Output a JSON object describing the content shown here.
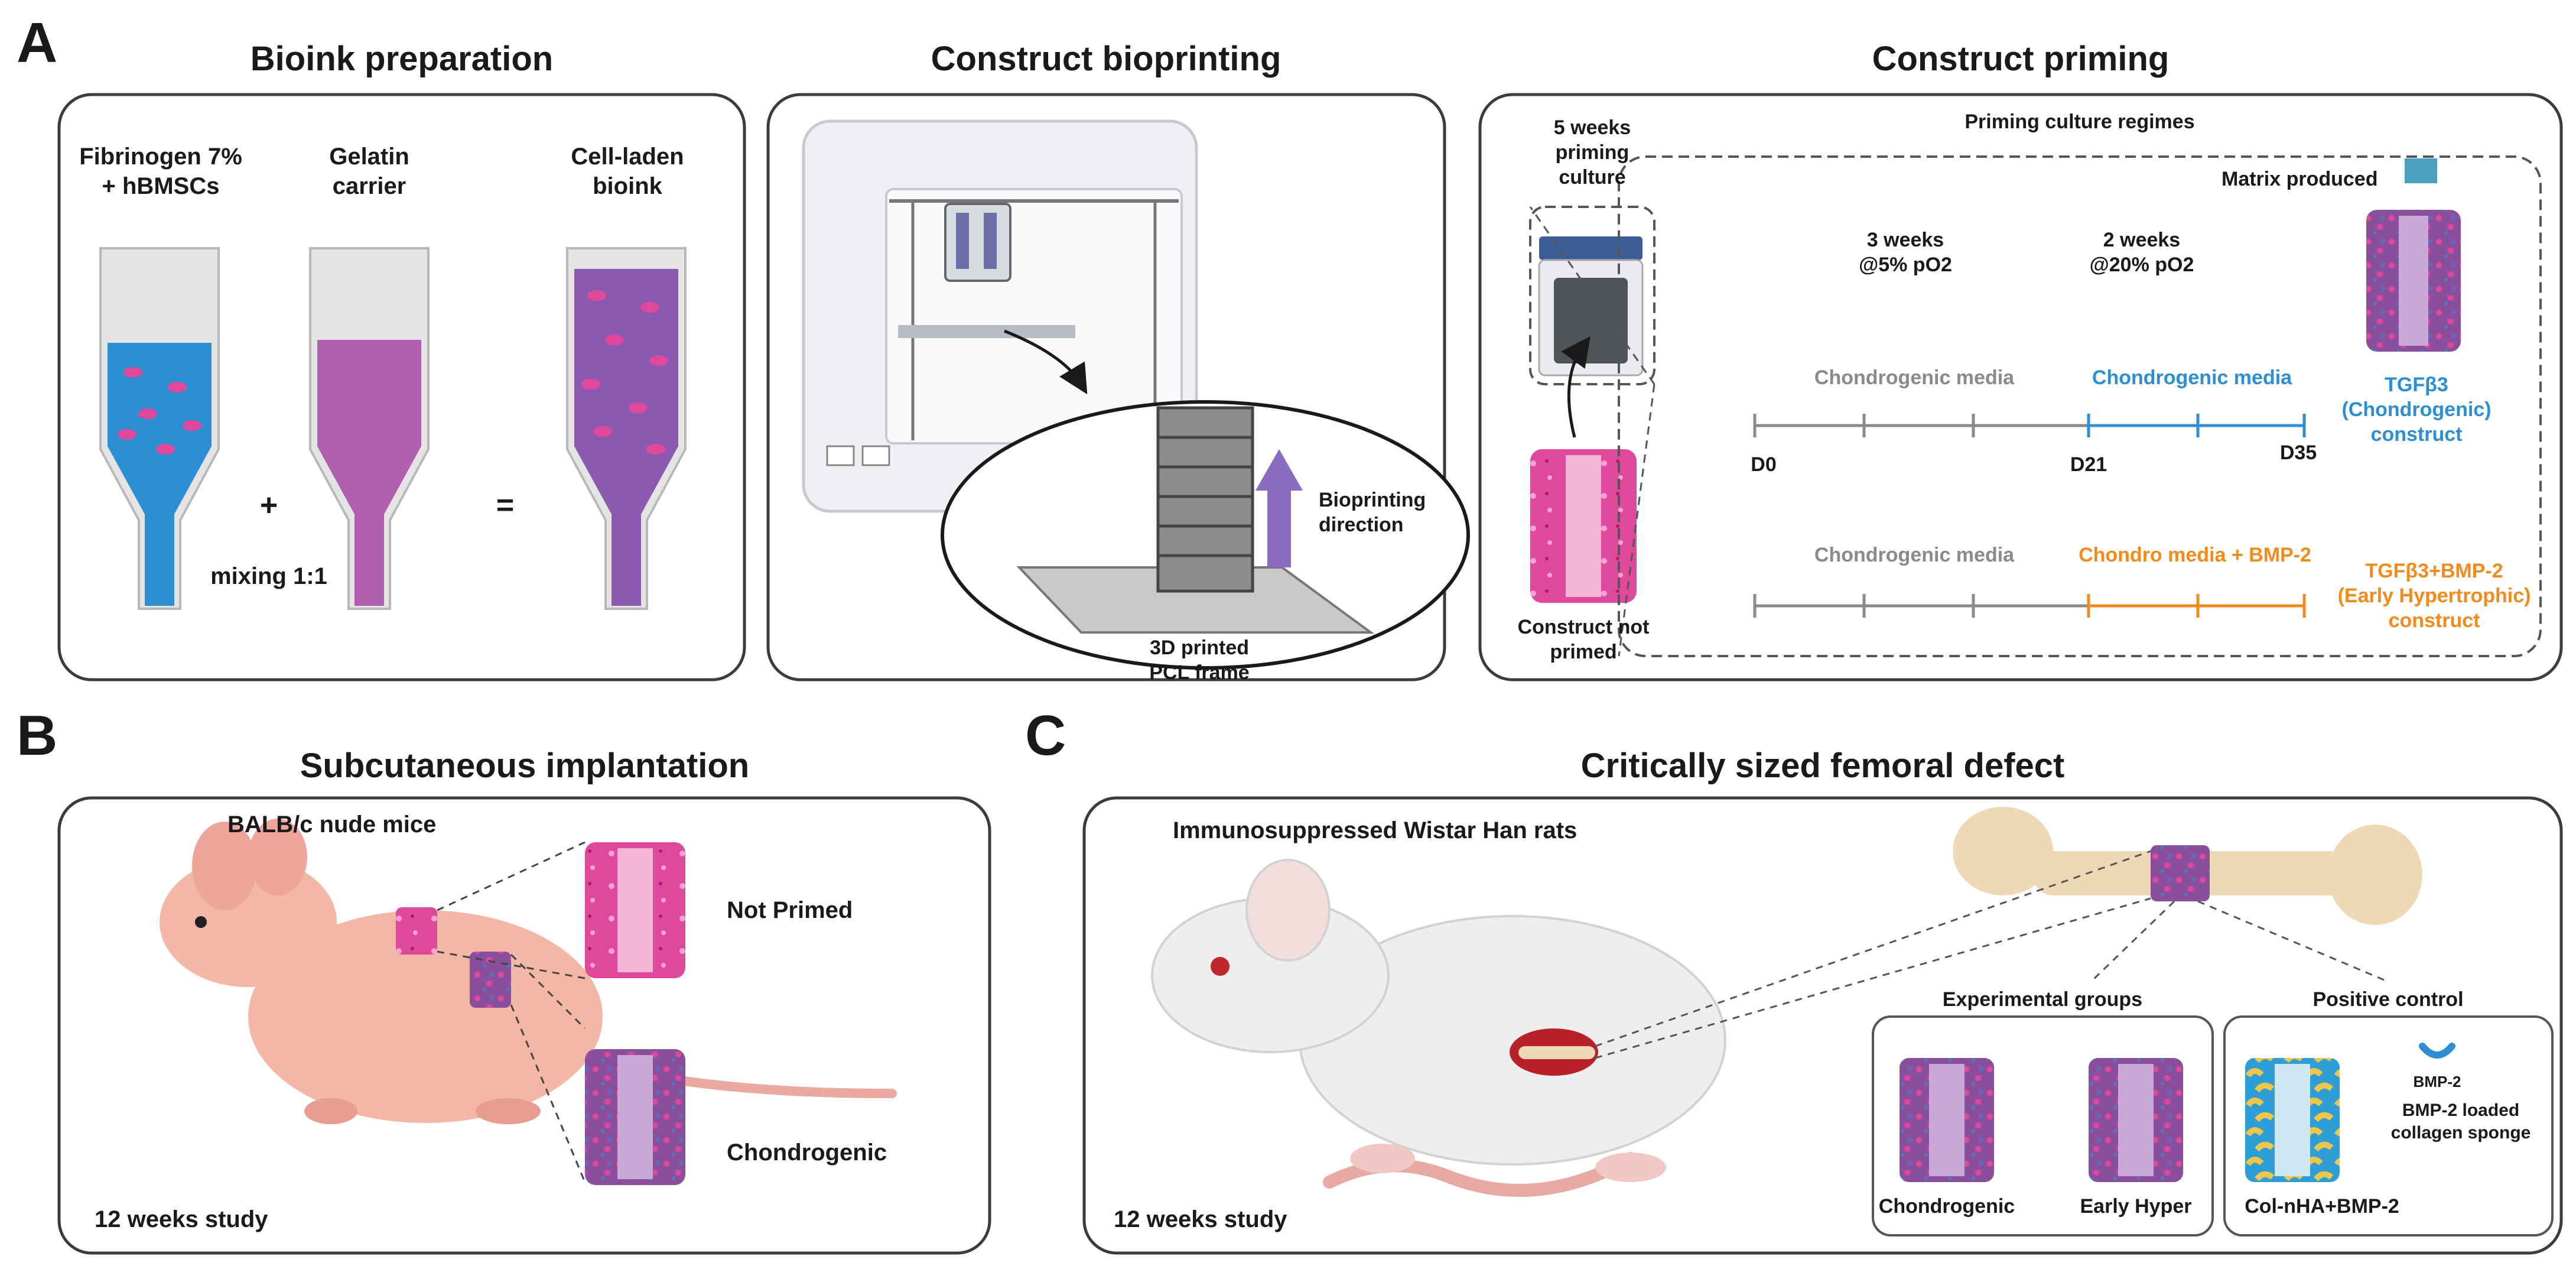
{
  "panels": {
    "a": {
      "letter": "A",
      "bioink": {
        "title": "Bioink preparation",
        "fibrinogen_label": [
          "Fibrinogen 7%",
          "+ hBMSCs"
        ],
        "gelatin_label": [
          "Gelatin",
          "carrier"
        ],
        "bioink_label": [
          "Cell-laden",
          "bioink"
        ],
        "plus": "+",
        "equals": "=",
        "mixing": "mixing 1:1"
      },
      "bioprinting": {
        "title": "Construct bioprinting",
        "direction_label": [
          "Bioprinting",
          "direction"
        ],
        "frame_label": [
          "3D printed",
          "PCL frame"
        ]
      },
      "priming": {
        "title": "Construct priming",
        "incubator_label": [
          "5 weeks",
          "priming",
          "culture"
        ],
        "not_primed_label": [
          "Construct not",
          "primed"
        ],
        "regimes_title": "Priming culture regimes",
        "matrix_produced": "Matrix produced",
        "phase1": [
          "3 weeks",
          "@5% pO2"
        ],
        "phase2": [
          "2 weeks",
          "@20% pO2"
        ],
        "tl1_media_a": "Chondrogenic media",
        "tl1_media_b": "Chondrogenic media",
        "tick_d0": "D0",
        "tick_d21": "D21",
        "tick_d35": "D35",
        "tl1_construct": [
          "TGFβ3",
          "(Chondrogenic)",
          "construct"
        ],
        "tl2_media_a": "Chondrogenic media",
        "tl2_media_b": "Chondro media + BMP-2",
        "tl2_construct": [
          "TGFβ3+BMP-2",
          "(Early Hypertrophic)",
          "construct"
        ]
      }
    },
    "b": {
      "letter": "B",
      "title": "Subcutaneous implantation",
      "mice": "BALB/c nude mice",
      "not_primed": "Not Primed",
      "chondrogenic": "Chondrogenic",
      "study": "12 weeks study"
    },
    "c": {
      "letter": "C",
      "title": "Critically sized femoral defect",
      "rats": "Immunosuppressed Wistar Han rats",
      "experimental_groups": "Experimental groups",
      "positive_control": "Positive control",
      "chondrogenic": "Chondrogenic",
      "early_hyper": "Early Hyper",
      "col_nha": "Col-nHA+BMP-2",
      "bmp2": "BMP-2",
      "bmp2_sponge": [
        "BMP-2 loaded",
        "collagen sponge"
      ],
      "study": "12 weeks study"
    }
  },
  "colors": {
    "panel_border": "#3c3c3c",
    "blue_media": "#2d8ed3",
    "gelatin": "#b35fb1",
    "bioink": "#8b5ab0",
    "construct_pink": "#e0489c",
    "construct_primed": "#8a4f9c",
    "arrow_purple": "#8a6bbd",
    "orange": "#f28a1c",
    "grey_text": "#8a8a8a"
  }
}
